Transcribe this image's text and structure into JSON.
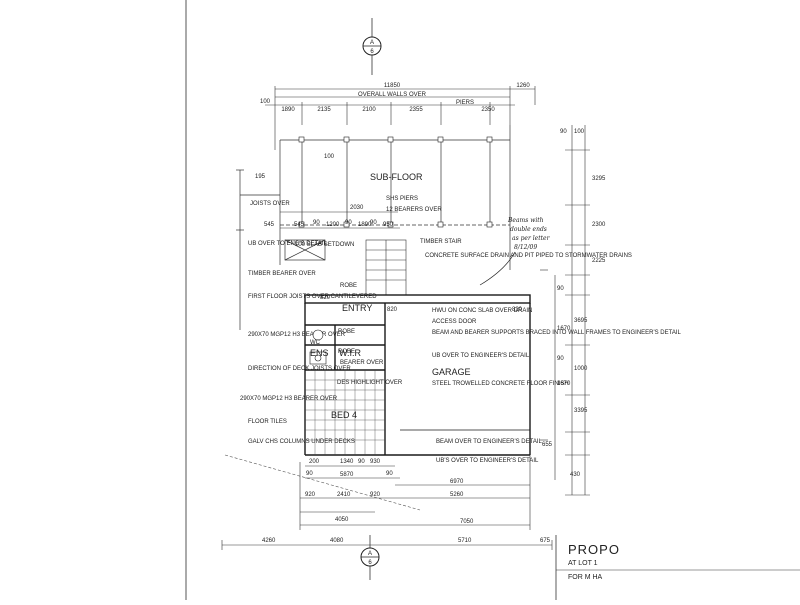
{
  "page": {
    "background": "#ffffff",
    "ink": "#222222"
  },
  "dimensions": {
    "overall": "11850",
    "overall_label": "OVERALL WALLS OVER",
    "top_right": "1260",
    "top_left_small": "100",
    "top_segments": [
      "1890",
      "2135",
      "2100",
      "2355",
      "2350"
    ],
    "piers_label": "PIERS",
    "left_195": "195",
    "row_545_a": "545",
    "row_545_b": "545",
    "row_mid": [
      "90",
      "1200",
      "90",
      "1890",
      "90",
      "950"
    ],
    "row_2030": "2030",
    "row_100": "100",
    "bottom_row1": [
      "200",
      "1340",
      "90",
      "930"
    ],
    "bottom_row2": [
      "90",
      "5870",
      "90"
    ],
    "bottom_6970": "6970",
    "bottom_row3": [
      "920",
      "2410",
      "920",
      "5260"
    ],
    "bottom_4050": "4050",
    "bottom_7050": "7050",
    "bottom_row4": [
      "4260",
      "4080",
      "5710",
      "675"
    ],
    "door_820_a": "820",
    "door_820_b": "820",
    "door_820_c": "820",
    "right_small": [
      "90",
      "100"
    ],
    "right_col_a": [
      "3295",
      "2300",
      "2225",
      "3695",
      "1000",
      "3395",
      "655",
      "430"
    ],
    "right_col_b": [
      "1670",
      "1670",
      "90",
      "90"
    ]
  },
  "labels": {
    "sub_floor": "SUB-FLOOR",
    "shs_piers": "SHS PIERS",
    "bearers_over": "12 BEARERS OVER",
    "joists_over": "JOISTS OVER",
    "ub_over": "UB OVER TO ENG'S DETAIL",
    "slab": "100 SLAB SETDOWN",
    "timber_bearer": "TIMBER BEARER OVER",
    "timber_stair": "TIMBER STAIR",
    "concrete_surface": "CONCRETE SURFACE DRAIN AND PIT PIPED TO STORMWATER DRAINS",
    "first_floor_joists": "FIRST FLOOR JOISTS OVER CANTILEVERED",
    "hwu": "HWU ON CONC SLAB OVER DRAIN",
    "access_door": "ACCESS DOOR",
    "beam_bearer": "BEAM AND BEARER SUPPORTS BRACED INTO WALL FRAMES TO ENGINEER'S DETAIL",
    "ub_over_2": "UB OVER TO ENGINEER'S DETAIL",
    "mgp_1": "290X70 MGP12 H3 BEARER OVER",
    "bearer_over": "BEARER OVER",
    "deck_joists": "DIRECTION OF DECK JOISTS OVER",
    "highlight": "DES HIGHLIGHT OVER",
    "steel_trowelled": "STEEL TROWELLED CONCRETE FLOOR FINISH",
    "mgp_2": "290X70 MGP12 H3 BEARER OVER",
    "floor_tiles": "FLOOR TILES",
    "galv_chs": "GALV CHS COLUMNS UNDER DECKS",
    "beam_over": "BEAM OVER TO ENGINEER'S DETAIL",
    "ubs_over": "UB'S OVER TO ENGINEER'S DETAIL"
  },
  "rooms": {
    "entry": "ENTRY",
    "garage": "GARAGE",
    "bed4": "BED 4",
    "ens": "ENS",
    "wir": "W.I.R",
    "robe_1": "ROBE",
    "robe_2": "ROBE",
    "robe_3": "ROBE",
    "wc": "WC"
  },
  "section_markers": {
    "top": {
      "letter": "A",
      "number": "6"
    },
    "bottom": {
      "letter": "A",
      "number": "6"
    }
  },
  "handwritten": {
    "note_line1": "Beams with",
    "note_line2": "double ends",
    "note_line3": "as per letter",
    "note_line4": "8/12/09"
  },
  "title_block": {
    "title": "PROPO",
    "line1": "AT LOT 1",
    "line2": "FOR M HA"
  }
}
